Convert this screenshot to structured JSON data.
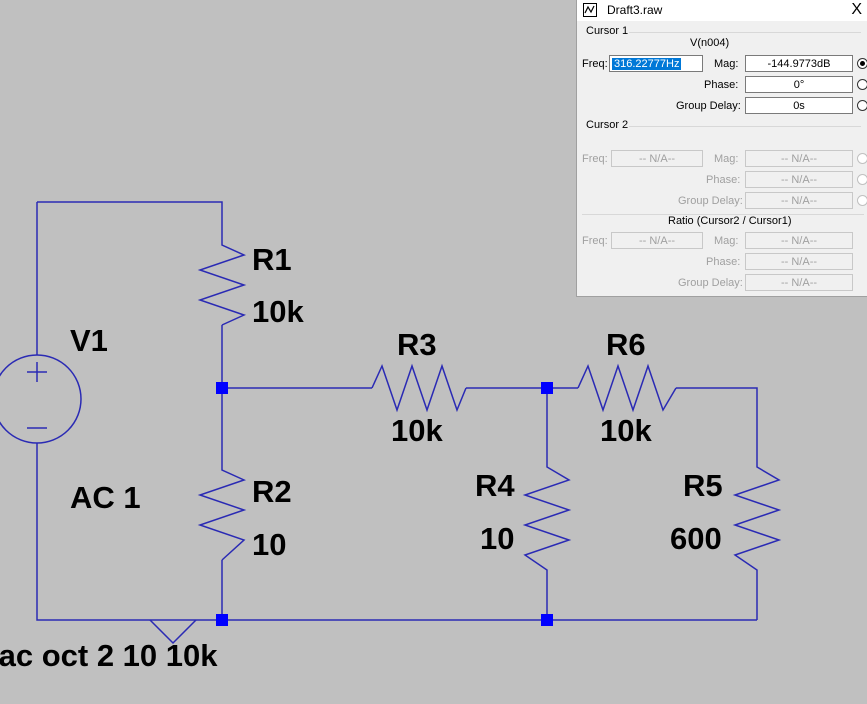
{
  "schematic": {
    "wire_color": "#2a2ab4",
    "junction_color": "#0000ff",
    "components": {
      "r1": {
        "name": "R1",
        "value": "10k"
      },
      "r2": {
        "name": "R2",
        "value": "10"
      },
      "r3": {
        "name": "R3",
        "value": "10k"
      },
      "r4": {
        "name": "R4",
        "value": "10"
      },
      "r5": {
        "name": "R5",
        "value": "600"
      },
      "r6": {
        "name": "R6",
        "value": "10k"
      },
      "v1": {
        "name": "V1",
        "value": "AC 1"
      }
    },
    "directive": ".ac oct 2 10 10k"
  },
  "window": {
    "title": "Draft3.raw",
    "close_label": "X",
    "cursor1": {
      "label": "Cursor 1",
      "trace": "V(n004)",
      "freq_label": "Freq:",
      "freq_value": "316.22777Hz",
      "mag_label": "Mag:",
      "mag_value": "-144.9773dB",
      "phase_label": "Phase:",
      "phase_value": "0°",
      "group_delay_label": "Group Delay:",
      "group_delay_value": "0s"
    },
    "cursor2": {
      "label": "Cursor 2",
      "freq_label": "Freq:",
      "freq_value": "-- N/A--",
      "mag_label": "Mag:",
      "mag_value": "-- N/A--",
      "phase_label": "Phase:",
      "phase_value": "-- N/A--",
      "group_delay_label": "Group Delay:",
      "group_delay_value": "-- N/A--"
    },
    "ratio": {
      "label": "Ratio (Cursor2 / Cursor1)",
      "freq_label": "Freq:",
      "freq_value": "-- N/A--",
      "mag_label": "Mag:",
      "mag_value": "-- N/A--",
      "phase_label": "Phase:",
      "phase_value": "-- N/A--",
      "group_delay_label": "Group Delay:",
      "group_delay_value": "-- N/A--"
    }
  }
}
